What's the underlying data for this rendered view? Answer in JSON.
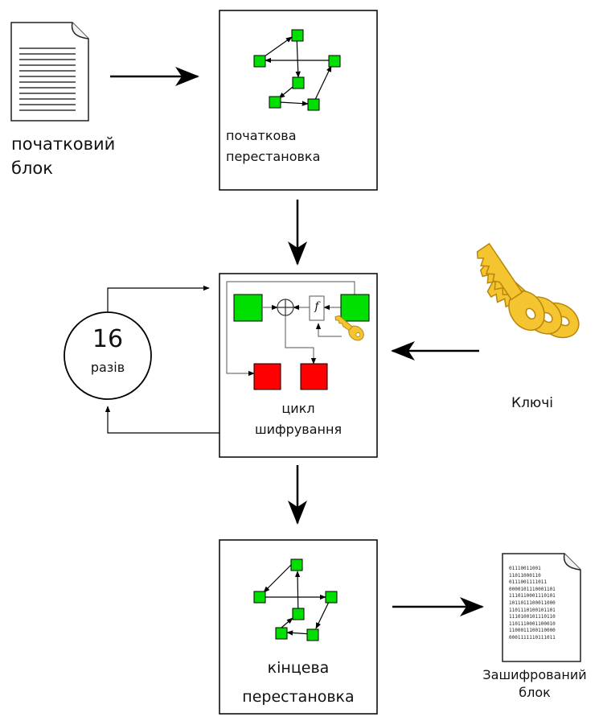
{
  "labels": {
    "input_block_line1": "початковий",
    "input_block_line2": "блок",
    "initial_perm_line1": "початкова",
    "initial_perm_line2": "перестановка",
    "rounds_count": "16",
    "rounds_unit": "разів",
    "cycle_line1": "цикл",
    "cycle_line2": "шифрування",
    "f_symbol": "f",
    "keys": "Ключі",
    "final_perm_line1": "кінцева",
    "final_perm_line2": "перестановка",
    "output_line1": "Зашифрований",
    "output_line2": "блок"
  },
  "binary_lines": [
    "01110011001",
    "11011000110",
    "0111001111011",
    "0000101110001101",
    "1110110001110101",
    "1011011100011000",
    "1101110100101101",
    "1110100101110110",
    "1101110001100010",
    "1100011100110000",
    "0001111110111011"
  ],
  "colors": {
    "green": "#00e000",
    "red": "#ff0000",
    "key": "#f4c431",
    "key_stroke": "#b8860b"
  }
}
